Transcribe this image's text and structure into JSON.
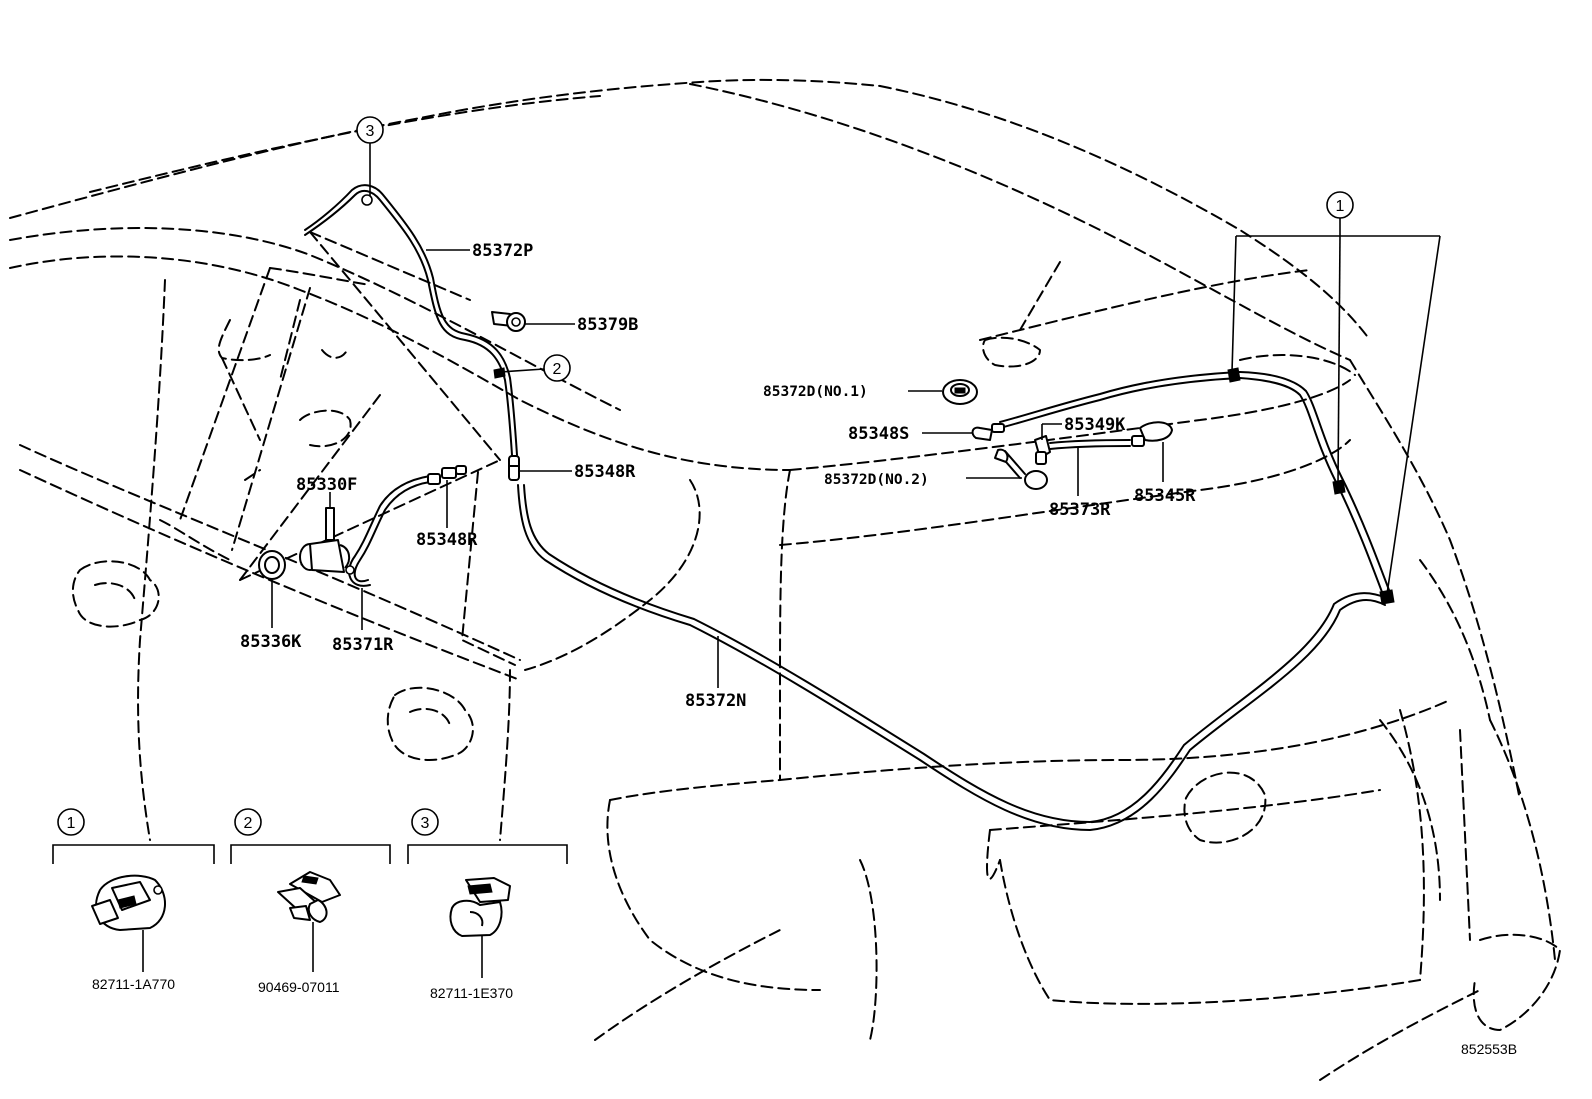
{
  "labels": {
    "p85372P": "85372P",
    "p85379B": "85379B",
    "p85348R_top": "85348R",
    "p85330F": "85330F",
    "p85348R_mid": "85348R",
    "p85336K": "85336K",
    "p85371R": "85371R",
    "p85372N": "85372N",
    "p85372D_no1": "85372D(NO.1)",
    "p85348S": "85348S",
    "p85349K": "85349K",
    "p85372D_no2": "85372D(NO.2)",
    "p85373R": "85373R",
    "p85345R": "85345R"
  },
  "callouts": {
    "c1_main": "1",
    "c2_main": "2",
    "c3_main": "3"
  },
  "legend": [
    {
      "num": "1",
      "part": "82711-1A770"
    },
    {
      "num": "2",
      "part": "90469-07011"
    },
    {
      "num": "3",
      "part": "82711-1E370"
    }
  ],
  "diagram_code": "852553B"
}
